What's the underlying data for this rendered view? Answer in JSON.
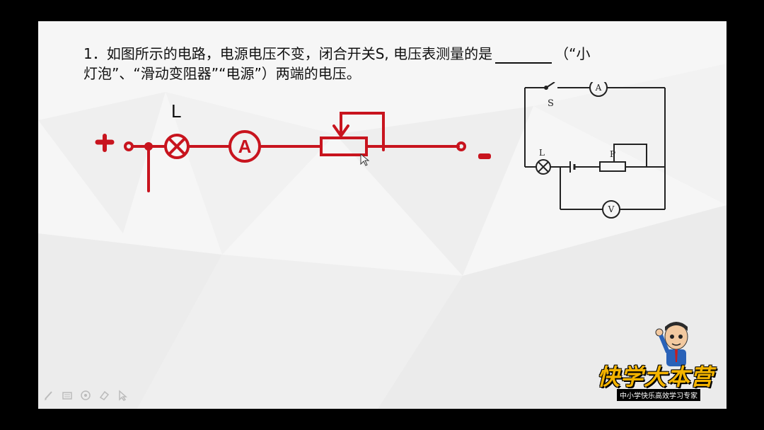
{
  "question": {
    "line1_before": "1．如图所示的电路，电源电压不变，闭合开关S, 电压表测量的是",
    "line1_after": "（“小",
    "line2": "灯泡”、“滑动变阻器”“电源”）两端的电压。"
  },
  "circuit": {
    "plus_label": "+",
    "minus_label": "-",
    "lamp_label": "L",
    "ammeter_label": "A",
    "color": "#c8141e"
  },
  "reference_diagram": {
    "switch_label": "S",
    "ammeter_label": "A",
    "lamp_label": "L",
    "rheostat_label": "P",
    "voltmeter_label": "V"
  },
  "toolbar": {
    "icons": [
      "pen-icon",
      "slides-icon",
      "highlighter-icon",
      "eraser-icon",
      "pointer-icon"
    ]
  },
  "logo": {
    "main_text": "快学大本营",
    "sub_text": "中小学快乐高效学习专家"
  }
}
